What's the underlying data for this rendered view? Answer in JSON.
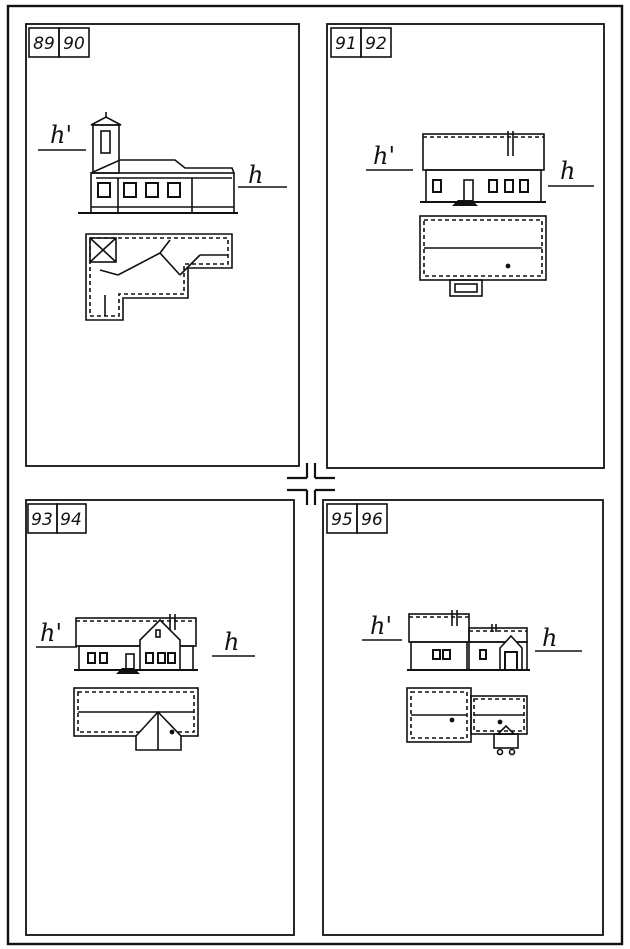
{
  "panels": [
    {
      "id": "89-90",
      "numbers": [
        "89",
        "90"
      ],
      "label_upper": "h'",
      "label_lower": "h"
    },
    {
      "id": "91-92",
      "numbers": [
        "91",
        "92"
      ],
      "label_upper": "h'",
      "label_lower": "h"
    },
    {
      "id": "93-94",
      "numbers": [
        "93",
        "94"
      ],
      "label_upper": "h'",
      "label_lower": "h"
    },
    {
      "id": "95-96",
      "numbers": [
        "95",
        "96"
      ],
      "label_upper": "h'",
      "label_lower": "h"
    }
  ],
  "colors": {
    "ink": "#111111",
    "paper": "#ffffff"
  },
  "icons": {
    "center": "cross-mark-icon"
  }
}
